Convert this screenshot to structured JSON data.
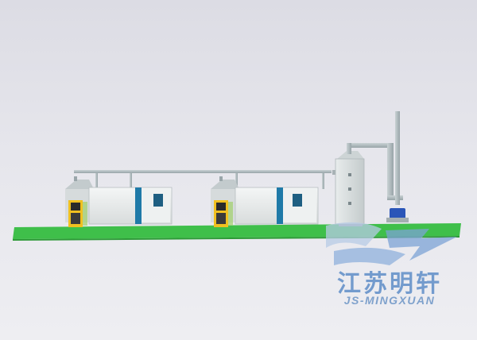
{
  "brand": {
    "name_cn": "江苏明轩",
    "name_en": "JS-MINGXUAN",
    "logo_icon": "wave-arrow-logo-icon",
    "color": "#5f8ec8"
  },
  "scene": {
    "background": "#e4e4ea",
    "platform_color": "#3fbf4a",
    "units": [
      "dust-collector-unit",
      "dust-collector-unit"
    ],
    "tower": "spray-tower",
    "stack": "exhaust-stack"
  }
}
